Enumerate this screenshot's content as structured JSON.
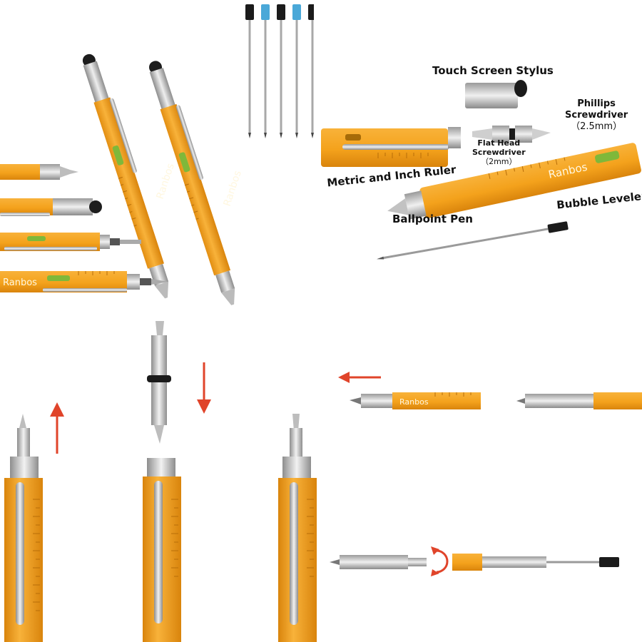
{
  "brand": "Ranbos",
  "labels": {
    "touch_screen_stylus": "Touch Screen Stylus",
    "phillips_line1": "Phillips",
    "phillips_line2": "Screwdriver",
    "phillips_size": "（2.5mm）",
    "flat_head_line1": "Flat Head",
    "flat_head_line2": "Screwdriver",
    "flat_head_size": "（2mm）",
    "metric_ruler": "Metric and Inch Ruler",
    "ballpoint_pen": "Ballpoint Pen",
    "bubble_leveler": "Bubble Leveler"
  },
  "refills": {
    "cap_colors": [
      "#1b1b1b",
      "#4aa8d8",
      "#1b1b1b",
      "#4aa8d8",
      "#1b1b1b"
    ]
  },
  "colors": {
    "barrel_orange": "#f4a21c",
    "barrel_dark": "#d88a10",
    "level_green": "#7fb83a",
    "arrow_red": "#e0442a",
    "chrome": "#c8c8c8"
  },
  "icons": {
    "arrow_up": "arrow-up-icon",
    "arrow_down": "arrow-down-icon",
    "arrow_left": "arrow-left-icon",
    "rotate": "rotate-icon"
  }
}
